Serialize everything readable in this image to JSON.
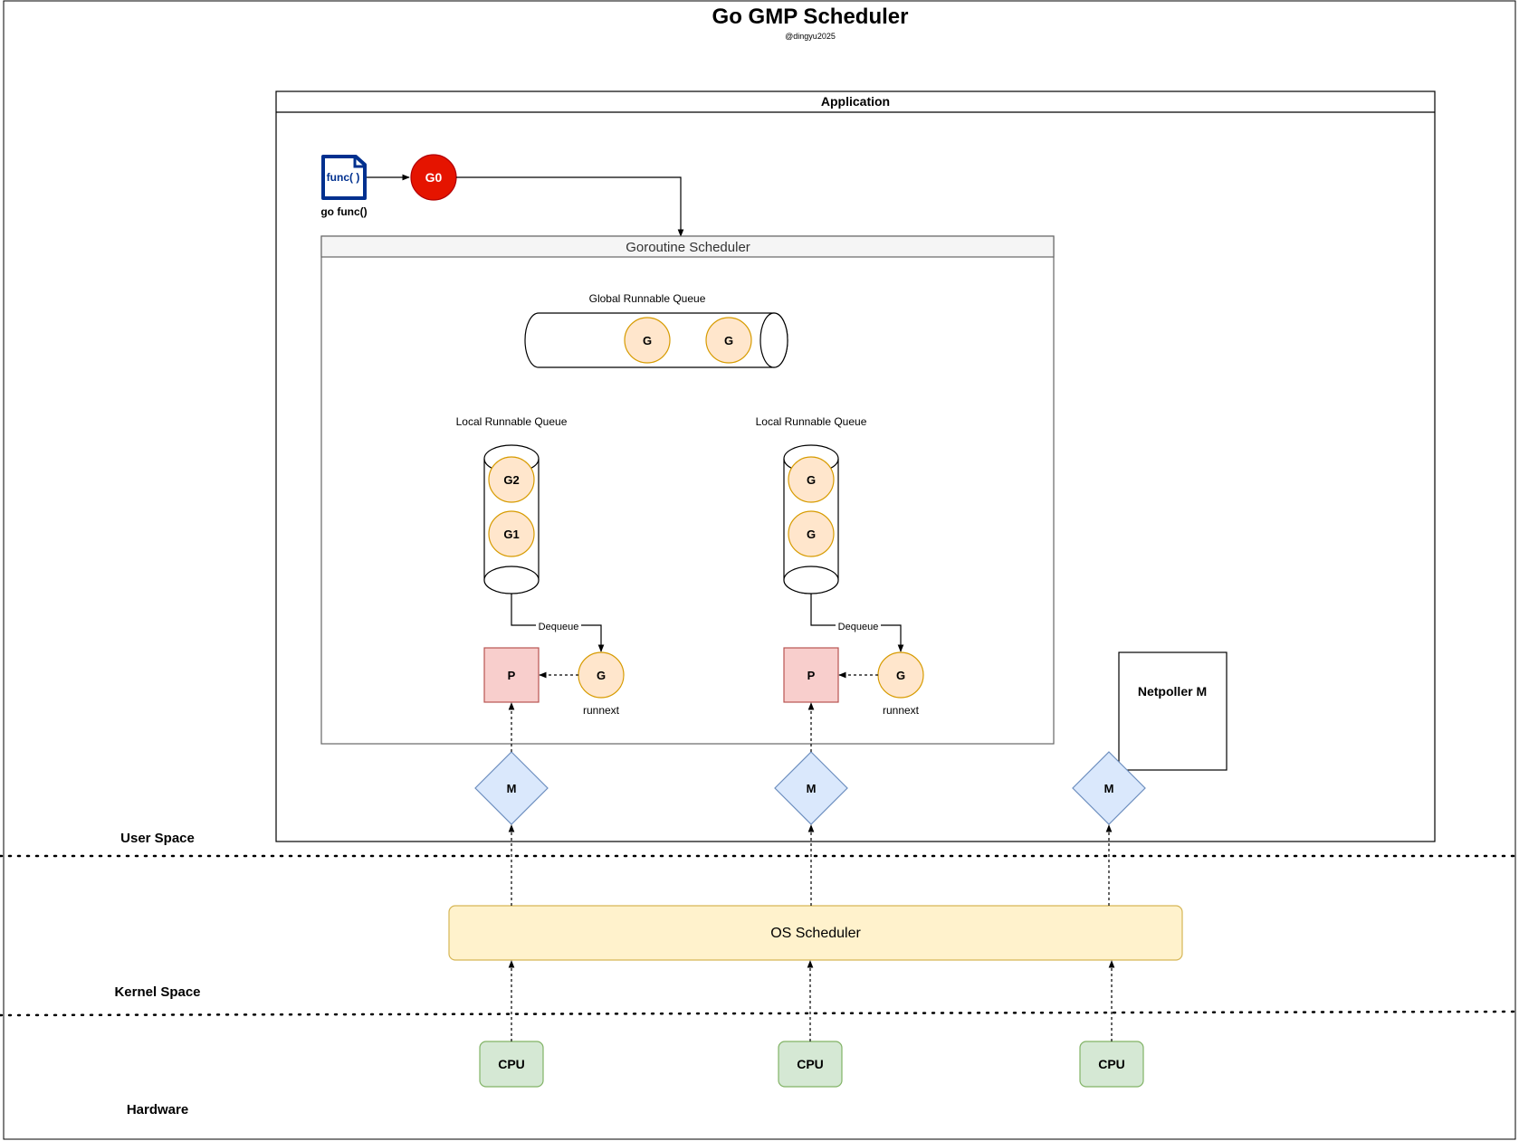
{
  "title": "Go GMP Scheduler",
  "subtitle": "@dingyu2025",
  "application": {
    "title": "Application"
  },
  "spawn": {
    "icon": "go-file-icon",
    "icon_text": "func( )",
    "caption": "go func()",
    "g0": "G0"
  },
  "scheduler": {
    "title": "Goroutine Scheduler"
  },
  "global_queue": {
    "label": "Global Runnable Queue",
    "items": [
      "G",
      "G"
    ]
  },
  "local_queues": [
    {
      "label": "Local Runnable Queue",
      "items": [
        "G2",
        "G1"
      ],
      "dequeue": "Dequeue",
      "p": "P",
      "runnext": "G",
      "runnext_label": "runnext",
      "m": "M"
    },
    {
      "label": "Local Runnable Queue",
      "items": [
        "G",
        "G"
      ],
      "dequeue": "Dequeue",
      "p": "P",
      "runnext": "G",
      "runnext_label": "runnext",
      "m": "M"
    }
  ],
  "netpoller": {
    "label": "Netpoller M",
    "m": "M"
  },
  "os_scheduler": {
    "label": "OS Scheduler"
  },
  "cpus": [
    "CPU",
    "CPU",
    "CPU"
  ],
  "layers": {
    "user": "User Space",
    "kernel": "Kernel Space",
    "hardware": "Hardware"
  },
  "colors": {
    "goroutine_fill": "#ffe6cc",
    "goroutine_stroke": "#d79b00",
    "g0_fill": "#e51400",
    "p_fill": "#f8cecc",
    "p_stroke": "#b85450",
    "m_fill": "#dae8fc",
    "m_stroke": "#6c8ebf",
    "os_fill": "#fff2cc",
    "os_stroke": "#d6b656",
    "cpu_fill": "#d5e8d4",
    "cpu_stroke": "#82b366",
    "file_icon": "#00308f"
  }
}
